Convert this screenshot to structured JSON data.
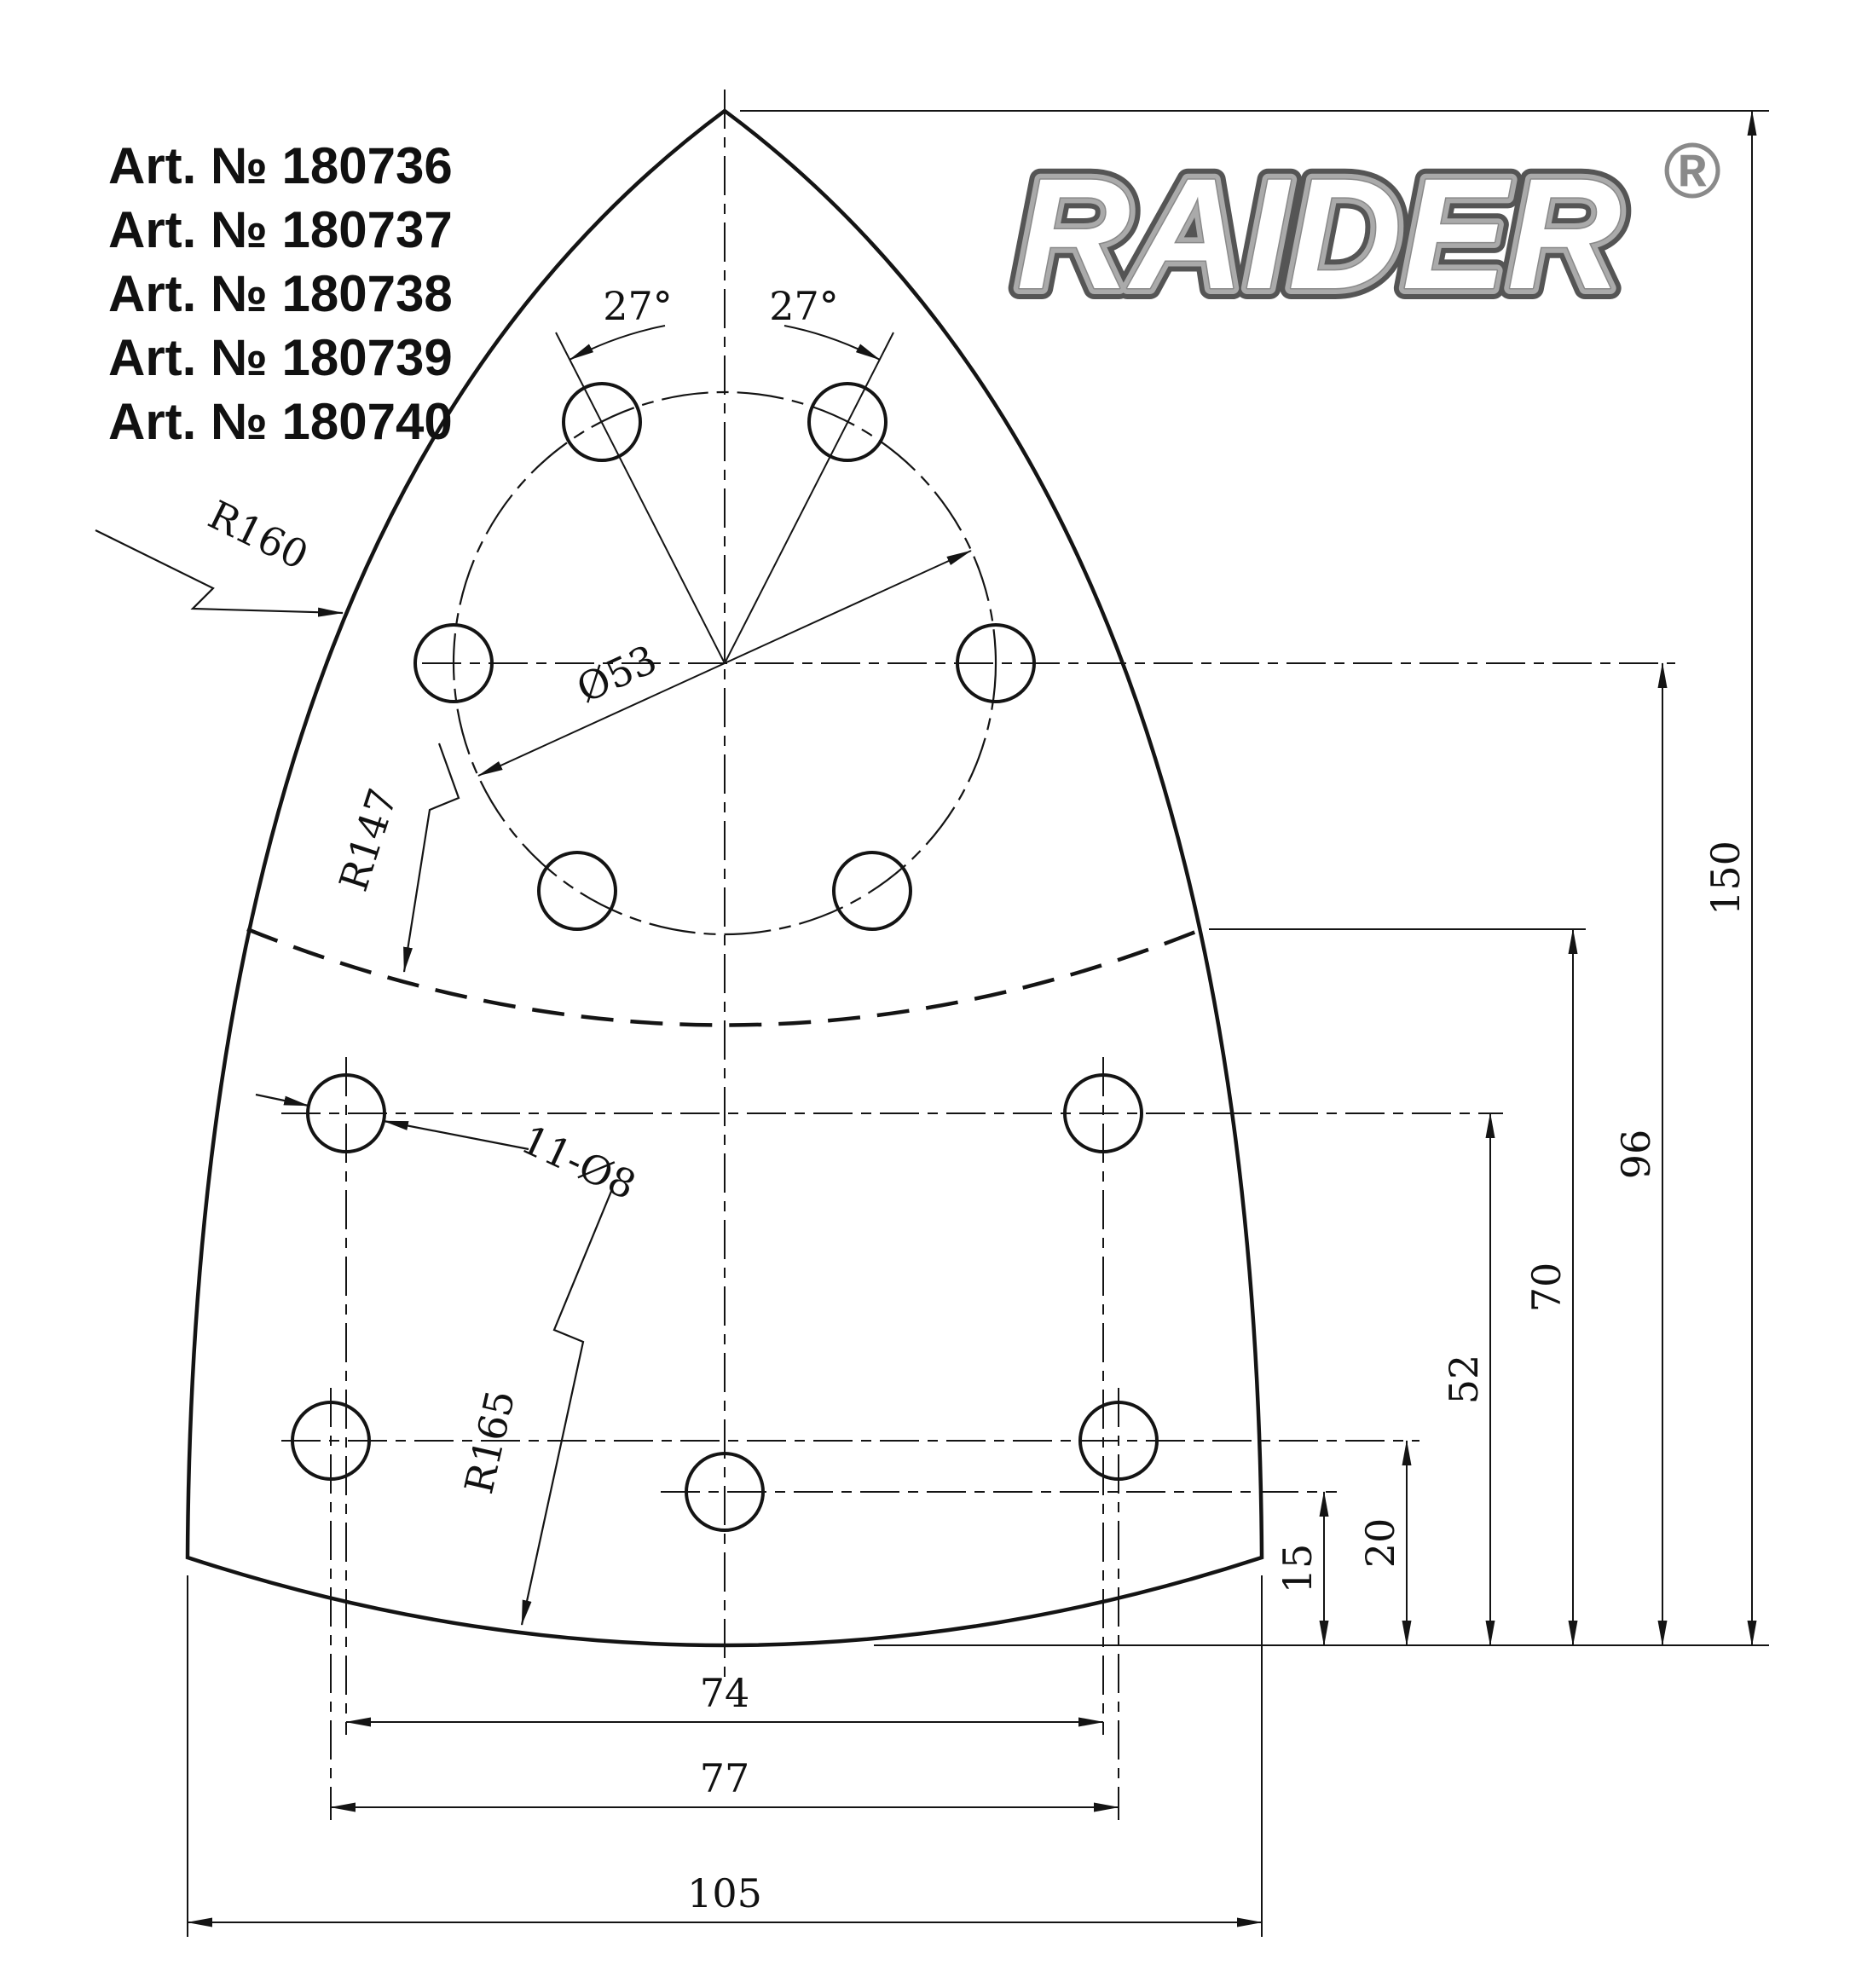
{
  "articles": [
    "Art. № 180736",
    "Art. № 180737",
    "Art. № 180738",
    "Art. № 180739",
    "Art. № 180740"
  ],
  "logo": {
    "text": "RAIDER",
    "registered": "®"
  },
  "dims": {
    "angle_left": "27°",
    "angle_right": "27°",
    "diameter": "Ø53",
    "radius_outer": "R160",
    "radius_mid": "R147",
    "radius_bottom": "R165",
    "hole_spec": "11-Ø8",
    "height_total": "150",
    "height_96": "96",
    "height_70": "70",
    "height_52": "52",
    "height_20": "20",
    "height_15": "15",
    "width_74": "74",
    "width_77": "77",
    "width_105": "105"
  },
  "colors": {
    "line": "#141414",
    "logo_gray": "#8a8a8a",
    "background": "#ffffff"
  }
}
